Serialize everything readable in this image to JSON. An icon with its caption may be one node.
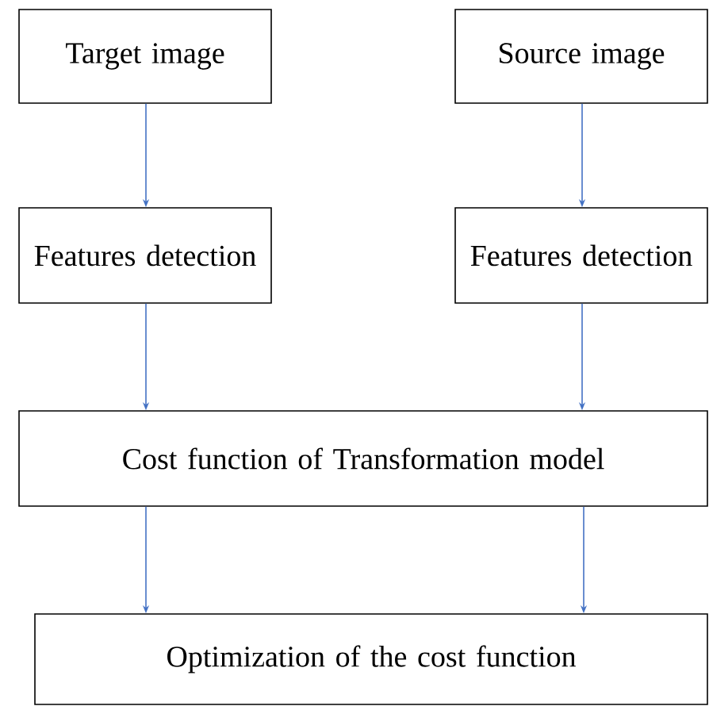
{
  "diagram": {
    "nodes": [
      {
        "text": [
          "Target image"
        ]
      },
      {
        "text": [
          "Source image"
        ]
      },
      {
        "text": [
          "Features detection"
        ]
      },
      {
        "text": [
          "Features detection"
        ]
      },
      {
        "text": [
          "Cost function of Transformation model"
        ]
      },
      {
        "text": [
          "Optimization of the cost function"
        ]
      }
    ],
    "edges": [
      {
        "from": 0,
        "to": 2,
        "arrow": "to"
      },
      {
        "from": 1,
        "to": 3,
        "arrow": "to"
      },
      {
        "from": 2,
        "to": 4,
        "arrow": "to"
      },
      {
        "from": 3,
        "to": 4,
        "arrow": "to"
      },
      {
        "from": 4,
        "to": 5,
        "arrow": "to"
      },
      {
        "from": 4,
        "to": 5,
        "arrow": "to"
      }
    ]
  }
}
